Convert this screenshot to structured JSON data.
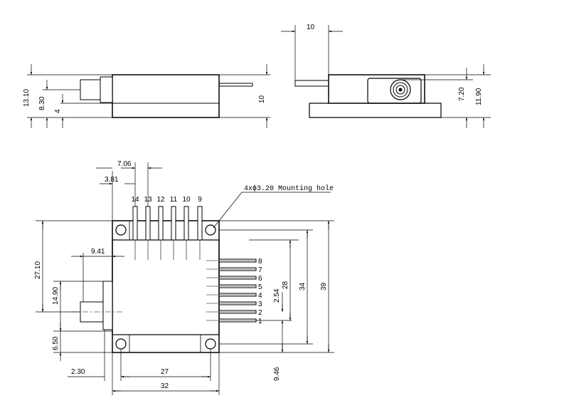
{
  "top_side_view": {
    "dims": {
      "overall_height": "13.10",
      "fiber_height": "8.30",
      "base_height": "4",
      "body_height": "10"
    }
  },
  "end_view": {
    "dims": {
      "flange_width": "10",
      "fiber_center": "7.20",
      "overall_height": "11.90"
    }
  },
  "top_view": {
    "callout": "4xϕ3.20 Mounting hole",
    "top_pins": [
      "14",
      "13",
      "12",
      "11",
      "10",
      "9"
    ],
    "right_pins": [
      "8",
      "7",
      "6",
      "5",
      "4",
      "3",
      "2",
      "1"
    ],
    "dims": {
      "pin14_to_pin13": "7.06",
      "pin14_offset": "3.81",
      "fiber_offset": "9.41",
      "left_height": "27.10",
      "fiber_to_base": "14.90",
      "base_offset": "6.50",
      "left_margin": "2.30",
      "hole_spacing": "27",
      "overall_width": "32",
      "pin_pitch": "2.54",
      "pin_span": "28",
      "hole_span": "34",
      "overall_length": "39",
      "bottom_offset": "9.46"
    }
  }
}
